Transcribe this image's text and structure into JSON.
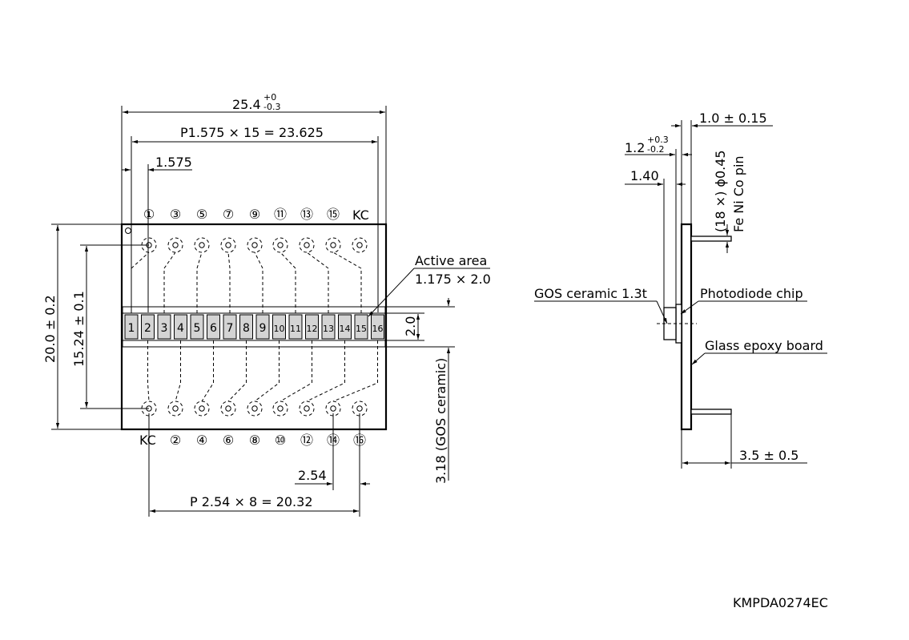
{
  "dimensions": {
    "overall_width": {
      "main": "25.4",
      "sup": "+0",
      "sub": "-0.3"
    },
    "pixel_pitch_total": "P1.575 × 15 = 23.625",
    "pixel_pitch": "1.575",
    "overall_height": "20.0 ± 0.2",
    "pin_row_spacing": "15.24 ± 0.1",
    "active_height": "2.0",
    "gos_offset": "3.18 (GOS ceramic)",
    "pin_pitch": "2.54",
    "pin_pitch_total": "P 2.54 × 8 = 20.32",
    "thickness_1": "1.0 ± 0.15",
    "thickness_2": {
      "main": "1.2",
      "sup": "+0.3",
      "sub": "-0.2"
    },
    "thickness_3": "1.40",
    "pin_spec_line1": "(18 ×) ϕ0.45",
    "pin_spec_line2": "Fe Ni Co pin",
    "pin_length": "3.5 ± 0.5"
  },
  "labels": {
    "active_area_title": "Active area",
    "active_area_size": "1.175 × 2.0",
    "gos_ceramic": "GOS ceramic 1.3t",
    "photodiode_chip": "Photodiode chip",
    "glass_epoxy_board": "Glass epoxy board",
    "kc_top": "KC",
    "kc_bottom": "KC",
    "drawing_code": "KMPDA0274EC"
  },
  "top_pins": [
    "①",
    "③",
    "⑤",
    "⑦",
    "⑨",
    "⑪",
    "⑬",
    "⑮"
  ],
  "bottom_pins": [
    "②",
    "④",
    "⑥",
    "⑧",
    "⑩",
    "⑫",
    "⑭",
    "⑯"
  ],
  "elements": [
    "1",
    "2",
    "3",
    "4",
    "5",
    "6",
    "7",
    "8",
    "9",
    "10",
    "11",
    "12",
    "13",
    "14",
    "15",
    "16"
  ]
}
